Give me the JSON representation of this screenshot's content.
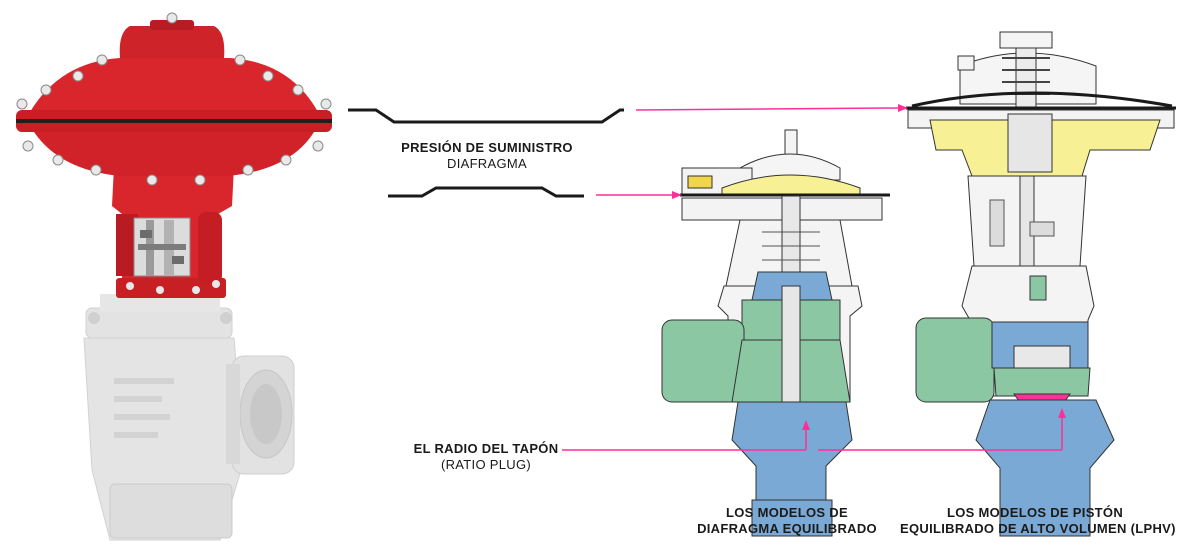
{
  "labels": {
    "supply_pressure": "PRESIÓN DE SUMINISTRO",
    "diaphragm": "DIAFRAGMA",
    "ratio_plug_line1": "EL RADIO DEL TAPÓN",
    "ratio_plug_line2": "(RATIO PLUG)",
    "model_a_line1": "LOS MODELOS DE",
    "model_a_line2": "DIAFRAGMA EQUILIBRADO",
    "model_b_line1": "LOS MODELOS DE PISTÓN",
    "model_b_line2": "EQUILIBRADO DE ALTO VOLUMEN (LPHV)"
  },
  "colors": {
    "actuator_red": "#d9262c",
    "body_gray": "#e3e3e3",
    "yellow": "#f7f094",
    "blue": "#7aa9d6",
    "green": "#8cc7a3",
    "magenta": "#ff2f9a",
    "line": "#1a1a1a"
  }
}
